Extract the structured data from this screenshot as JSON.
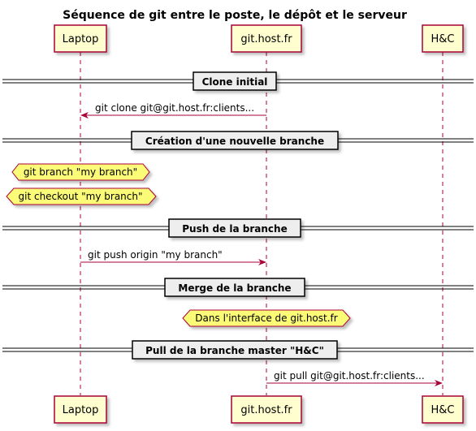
{
  "title": "Séquence de git entre le poste, le dépôt et le serveur",
  "participants": [
    {
      "id": "laptop",
      "label": "Laptop"
    },
    {
      "id": "host",
      "label": "git.host.fr"
    },
    {
      "id": "hc",
      "label": "H&C"
    }
  ],
  "dividers": [
    {
      "label": "Clone initial"
    },
    {
      "label": "Création d'une nouvelle branche"
    },
    {
      "label": "Push de la branche"
    },
    {
      "label": "Merge de la branche"
    },
    {
      "label": "Pull de la branche master \"H&C\""
    }
  ],
  "messages": [
    {
      "label": "git clone git@git.host.fr:clients...",
      "from": "host",
      "to": "laptop"
    },
    {
      "label": "git push origin \"my branch\"",
      "from": "laptop",
      "to": "host"
    },
    {
      "label": "git pull git@git.host.fr:clients...",
      "from": "host",
      "to": "hc"
    }
  ],
  "notes": [
    {
      "label": "git branch \"my branch\"",
      "over": "laptop"
    },
    {
      "label": "git checkout \"my branch\"",
      "over": "laptop"
    },
    {
      "label": "Dans l'interface de git.host.fr",
      "over": "host"
    }
  ],
  "colors": {
    "participant_fill": "#FEFECE",
    "participant_border": "#A80036",
    "lifeline": "#A80036",
    "arrow": "#A80036",
    "note_fill": "#FBFB77",
    "note_border": "#A80036",
    "divider_fill": "#EEEEEE"
  }
}
